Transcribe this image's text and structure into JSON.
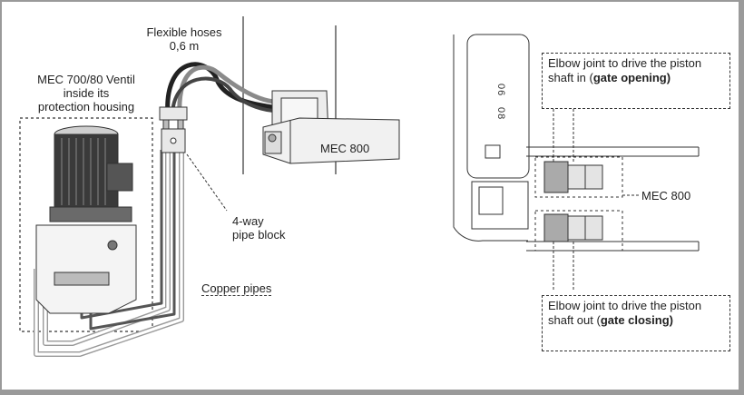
{
  "labels": {
    "hoses_line1": "Flexible hoses",
    "hoses_line2": "0,6 m",
    "mec700_line1": "MEC 700/80 Ventil",
    "mec700_line2": "inside its",
    "mec700_line3": "protection housing",
    "mec800_left": "MEC 800",
    "pipeblock_line1": "4-way",
    "pipeblock_line2": "pipe block",
    "copper": "Copper pipes",
    "mec800_right": "MEC 800",
    "wall_digits_a": "06",
    "wall_digits_b": "08"
  },
  "callout_opening": {
    "text": "Elbow joint to drive the piston shaft in (",
    "bold": "gate opening",
    "close": ")"
  },
  "callout_closing": {
    "text": "Elbow joint to drive the piston shaft out (",
    "bold": "gate closing",
    "close": ")"
  },
  "colors": {
    "line": "#333333",
    "hose_dark": "#222222",
    "hose_grey": "#8a8a8a",
    "copper_pipe": "#cfcfcf",
    "motor_body": "#4a4a4a",
    "frame": "#9a9a9a"
  }
}
